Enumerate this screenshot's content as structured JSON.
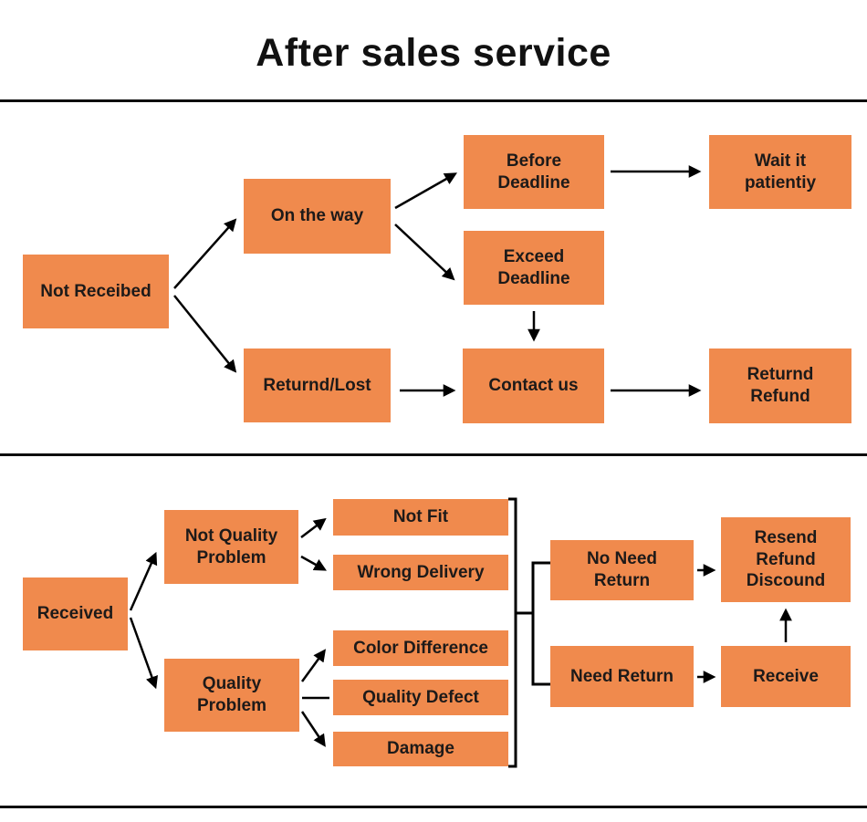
{
  "title": "After sales service",
  "colors": {
    "box_fill": "#F08A4D",
    "box_text": "#1D1A19",
    "connector": "#000000",
    "divider": "#0D0D0D",
    "background": "#FFFFFF"
  },
  "top_flow": {
    "not_receibed": "Not Receibed",
    "on_the_way": "On the way",
    "before_deadline": "Before\nDeadline",
    "exceed_deadline": "Exceed\nDeadline",
    "wait_it_patientiy": "Wait it\npatientiy",
    "returnd_lost": "Returnd/Lost",
    "contact_us": "Contact us",
    "returnd_refund": "Returnd\nRefund"
  },
  "bottom_flow": {
    "received": "Received",
    "not_quality_problem": "Not Quality\nProblem",
    "quality_problem": "Quality\nProblem",
    "not_fit": "Not Fit",
    "wrong_delivery": "Wrong Delivery",
    "color_difference": "Color Difference",
    "quality_defect": "Quality Defect",
    "damage": "Damage",
    "no_need_return": "No Need\nReturn",
    "need_return": "Need Return",
    "resend_refund_discound": "Resend\nRefund\nDiscound",
    "receive": "Receive"
  }
}
